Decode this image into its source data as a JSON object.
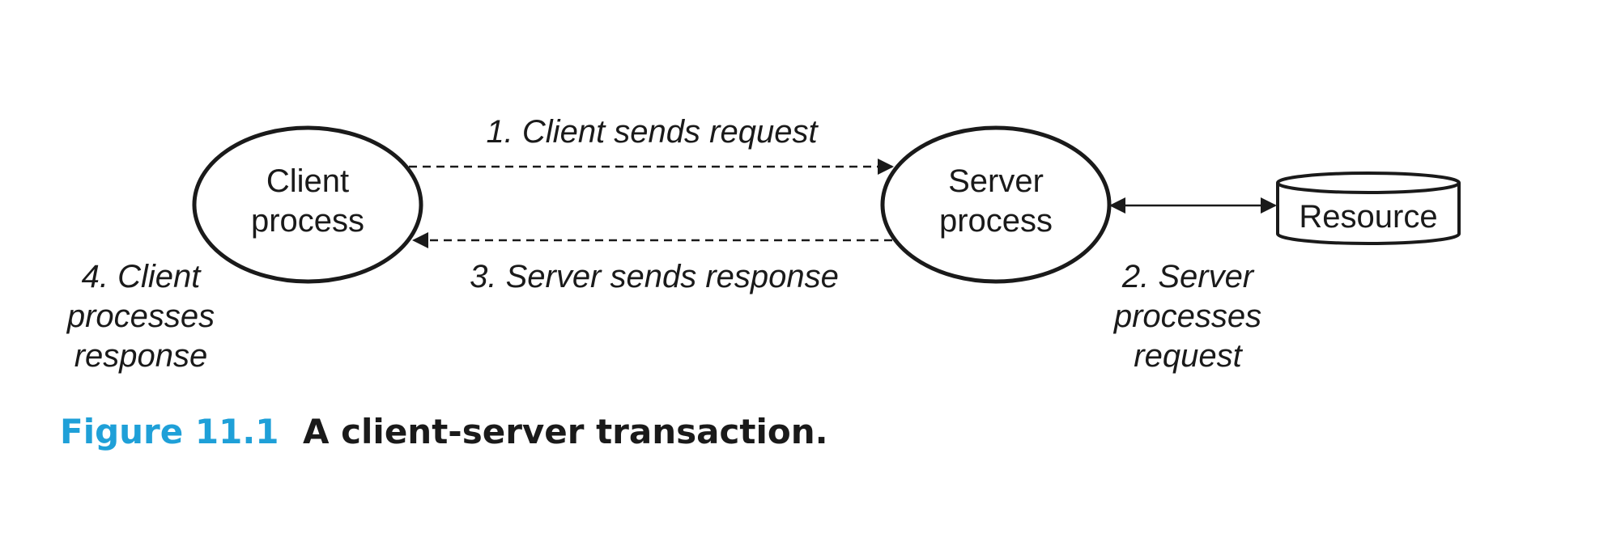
{
  "nodes": {
    "client": {
      "line1": "Client",
      "line2": "process"
    },
    "server": {
      "line1": "Server",
      "line2": "process"
    },
    "resource": {
      "label": "Resource"
    }
  },
  "steps": {
    "step1": {
      "text": "1. Client sends request"
    },
    "step2": {
      "line1": "2. Server",
      "line2": "processes",
      "line3": "request"
    },
    "step3": {
      "text": "3. Server sends response"
    },
    "step4": {
      "line1": "4. Client",
      "line2": "processes",
      "line3": "response"
    }
  },
  "caption": {
    "number": "Figure 11.1",
    "title": "A client-server transaction."
  },
  "colors": {
    "ink": "#1a1a1a",
    "caption_accent": "#1fa0d8"
  }
}
